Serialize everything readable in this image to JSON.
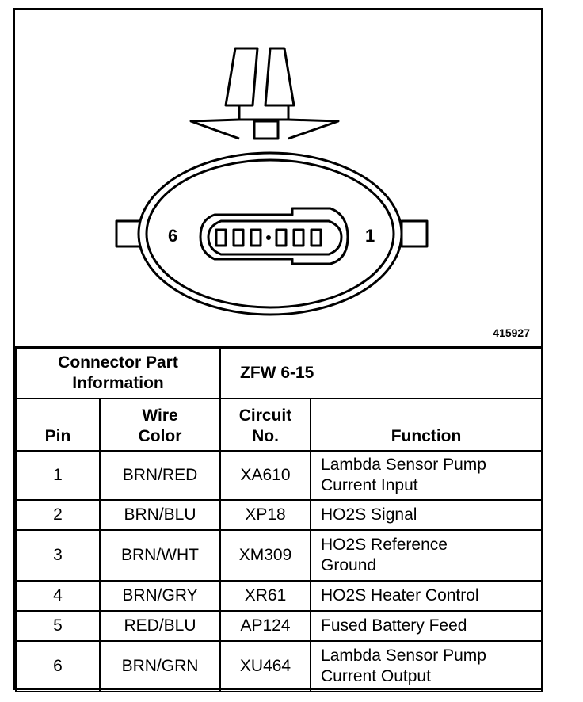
{
  "diagram": {
    "pin_left": "6",
    "pin_right": "1",
    "figure_number": "415927"
  },
  "connector_info": {
    "label": "Connector Part Information",
    "value": "ZFW 6-15"
  },
  "columns": {
    "pin": "Pin",
    "wire_color": "Wire Color",
    "circuit_no": "Circuit No.",
    "function": "Function"
  },
  "rows": [
    {
      "pin": "1",
      "wire_color": "BRN/RED",
      "circuit": "XA610",
      "function": "Lambda Sensor Pump Current Input"
    },
    {
      "pin": "2",
      "wire_color": "BRN/BLU",
      "circuit": "XP18",
      "function": "HO2S Signal"
    },
    {
      "pin": "3",
      "wire_color": "BRN/WHT",
      "circuit": "XM309",
      "function": "HO2S Reference Ground"
    },
    {
      "pin": "4",
      "wire_color": "BRN/GRY",
      "circuit": "XR61",
      "function": "HO2S Heater Control"
    },
    {
      "pin": "5",
      "wire_color": "RED/BLU",
      "circuit": "AP124",
      "function": "Fused Battery Feed"
    },
    {
      "pin": "6",
      "wire_color": "BRN/GRN",
      "circuit": "XU464",
      "function": "Lambda Sensor Pump Current Output"
    }
  ]
}
